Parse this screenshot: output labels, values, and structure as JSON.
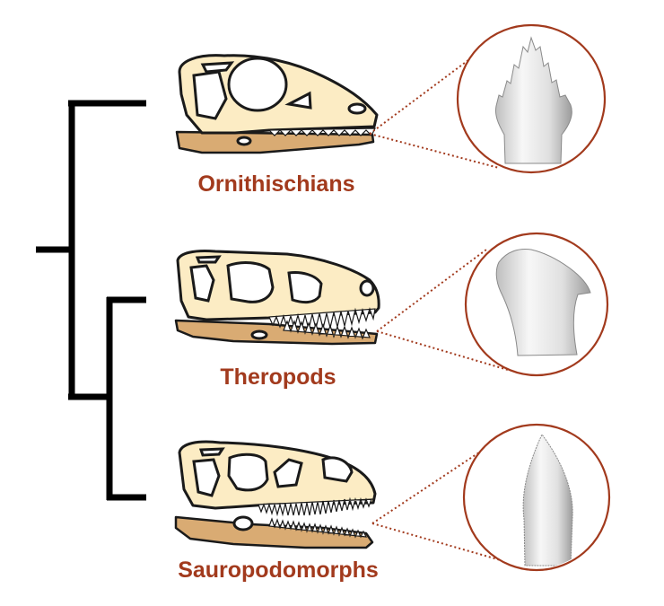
{
  "groups": [
    {
      "name": "Ornithischians"
    },
    {
      "name": "Theropods"
    },
    {
      "name": "Sauropodomorphs"
    }
  ],
  "colors": {
    "label": "#a23a1d",
    "skull_fill": "#fcecc4",
    "jaw_fill": "#d9ab73",
    "outline": "#1a1a1a",
    "tree": "#000000",
    "tooth_light": "#f2f2f2",
    "tooth_dark": "#9c9c9c"
  }
}
